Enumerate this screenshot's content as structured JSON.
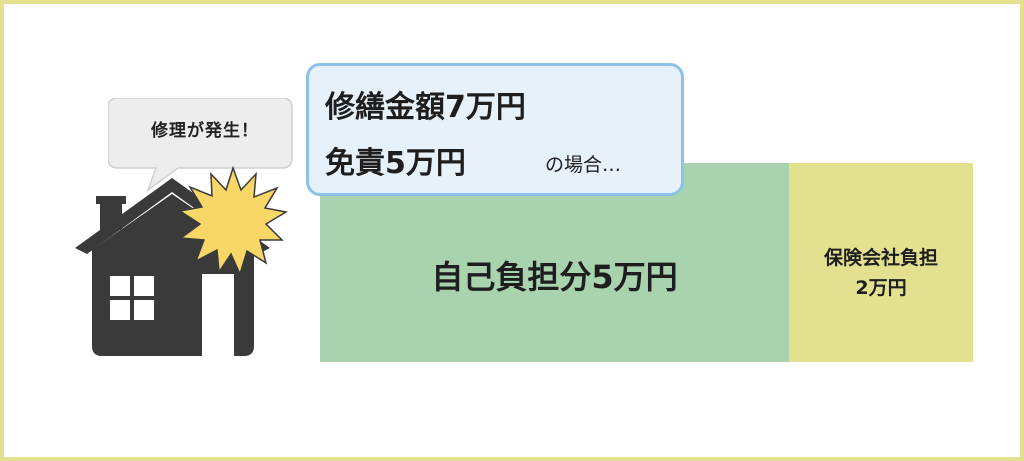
{
  "speech_bubble": {
    "text": "修理が発生！"
  },
  "callout": {
    "repair_amount": "修繕金額7万円",
    "deductible": "免責5万円",
    "note": "の場合…"
  },
  "bars": {
    "self_pay": {
      "label": "自己負担分5万円",
      "amount_man_yen": 5
    },
    "insurer": {
      "line1": "保険会社負担",
      "line2": "2万円",
      "amount_man_yen": 2
    }
  },
  "colors": {
    "self_pay": "#a9d3ae",
    "insurer": "#e3e08f",
    "callout_bg": "#e6f1fa",
    "callout_border": "#8ec1e6",
    "house": "#3a3a3a",
    "burst": "#f9d766",
    "frame": "#e3e08f"
  },
  "icons": [
    "house-icon",
    "speech-bubble-icon",
    "damage-burst-icon"
  ]
}
